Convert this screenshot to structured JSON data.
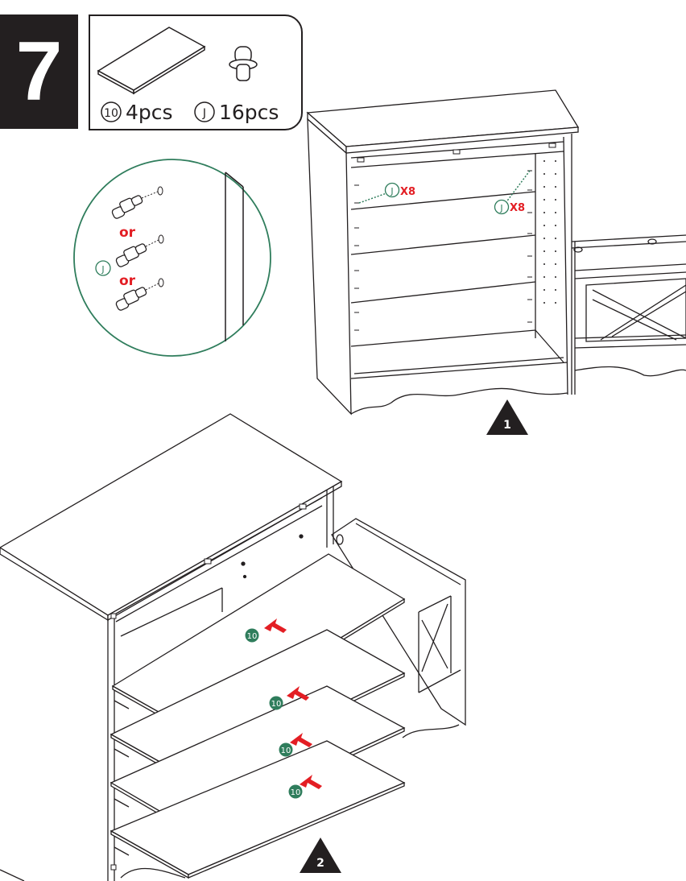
{
  "step": {
    "number": "7"
  },
  "parts": [
    {
      "id": "10",
      "qty": "4pcs",
      "icon": "shelf-board-icon"
    },
    {
      "id": "J",
      "qty": "16pcs",
      "icon": "shelf-pin-icon"
    }
  ],
  "detail": {
    "or_label_1": "or",
    "or_label_2": "or",
    "pin_id": "J"
  },
  "figure1": {
    "marker": "1",
    "left_pin_id": "J",
    "left_count": "X8",
    "right_pin_id": "J",
    "right_count": "X8"
  },
  "figure2": {
    "marker": "2",
    "shelf_part_id": "10"
  },
  "colors": {
    "ink": "#231f20",
    "accent_green": "#2f7d5c",
    "arrow_red": "#e31e24"
  }
}
